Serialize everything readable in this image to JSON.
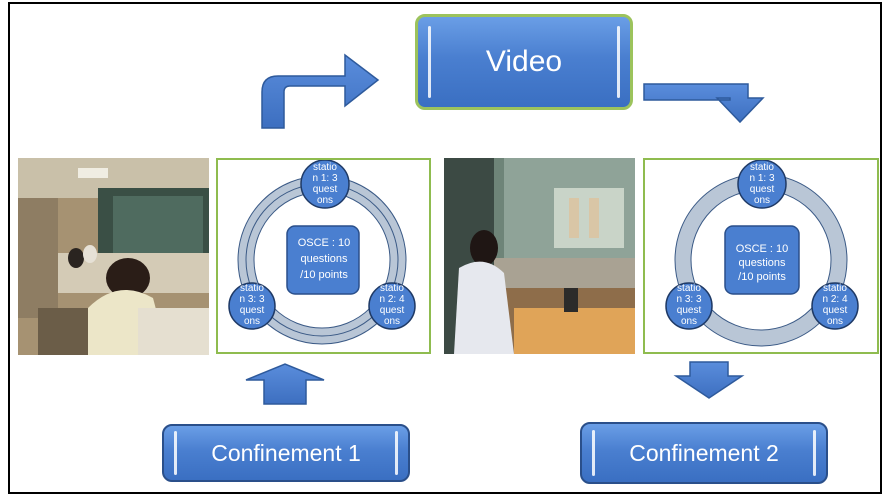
{
  "video": {
    "label": "Video"
  },
  "confinement1": {
    "label": "Confinement 1"
  },
  "confinement2": {
    "label": "Confinement 2"
  },
  "cycles": [
    {
      "center": [
        "OSCE : 10",
        "questions",
        "/10 points"
      ],
      "station_top": [
        "statio",
        "n 1: 3",
        "quest",
        "ons"
      ],
      "station_right": [
        "statio",
        "n 2: 4",
        "quest",
        "ons"
      ],
      "station_left": [
        "statio",
        "n 3: 3",
        "quest",
        "ons"
      ]
    },
    {
      "center": [
        "OSCE : 10",
        "questions",
        "/10 points"
      ],
      "station_top": [
        "statio",
        "n 1: 3",
        "quest",
        "ons"
      ],
      "station_right": [
        "statio",
        "n 2: 4",
        "quest",
        "ons"
      ],
      "station_left": [
        "statio",
        "n 3: 3",
        "quest",
        "ons"
      ]
    }
  ],
  "colors": {
    "accent_blue": "#4a7fd0",
    "frame_green": "#8fbc4f"
  }
}
